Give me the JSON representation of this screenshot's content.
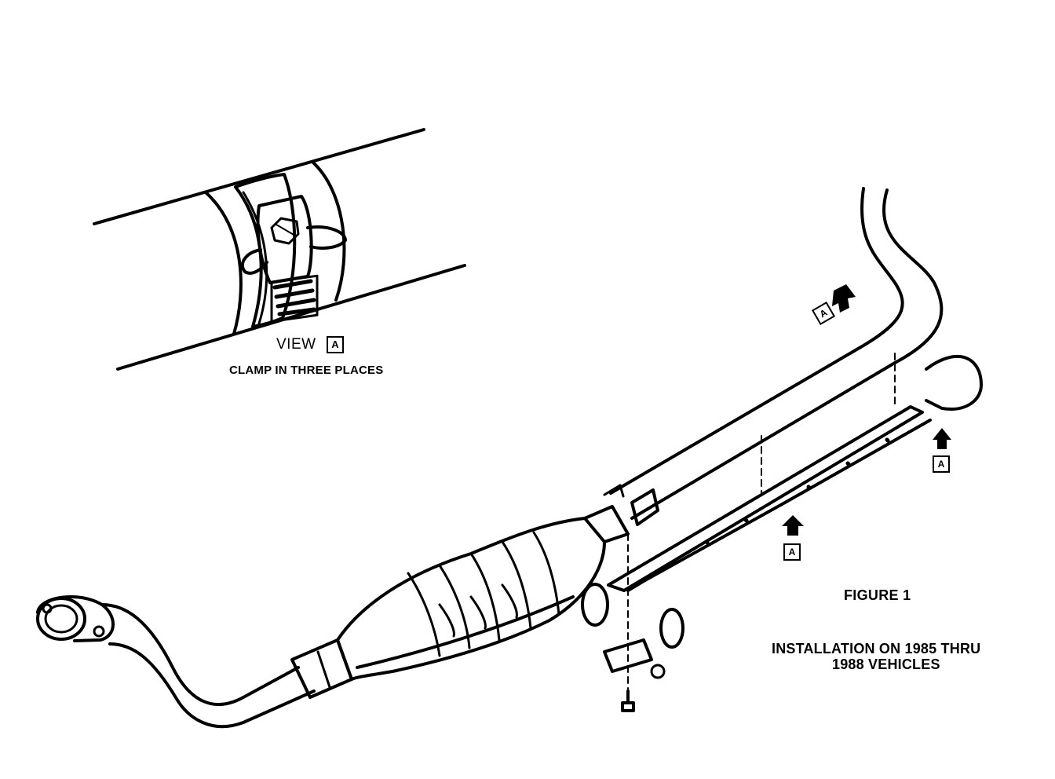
{
  "view": {
    "label": "VIEW",
    "letter": "A",
    "caption": "CLAMP IN THREE PLACES"
  },
  "callouts": [
    "A",
    "A",
    "A"
  ],
  "figure": {
    "title": "FIGURE 1",
    "installation_line1": "INSTALLATION ON 1985 THRU",
    "installation_line2": "1988 VEHICLES"
  }
}
